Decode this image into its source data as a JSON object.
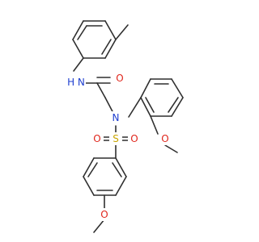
{
  "molecule": {
    "atoms": {
      "nh": {
        "text": "H N",
        "color": "#1f3fd0"
      },
      "carbonyl_o": {
        "text": "O",
        "color": "#e0261c"
      },
      "n_center": {
        "text": "N",
        "color": "#1f3fd0"
      },
      "sulfonyl_o_left": {
        "text": "O",
        "color": "#e0261c"
      },
      "sulfur": {
        "text": "S",
        "color": "#c9a600"
      },
      "sulfonyl_o_right": {
        "text": "O",
        "color": "#e0261c"
      },
      "methoxy_o_upper": {
        "text": "O",
        "color": "#e0261c"
      },
      "methoxy_o_lower": {
        "text": "O",
        "color": "#e0261c"
      }
    },
    "colors": {
      "bond": "#2f2f2f",
      "background": "#ffffff"
    }
  }
}
